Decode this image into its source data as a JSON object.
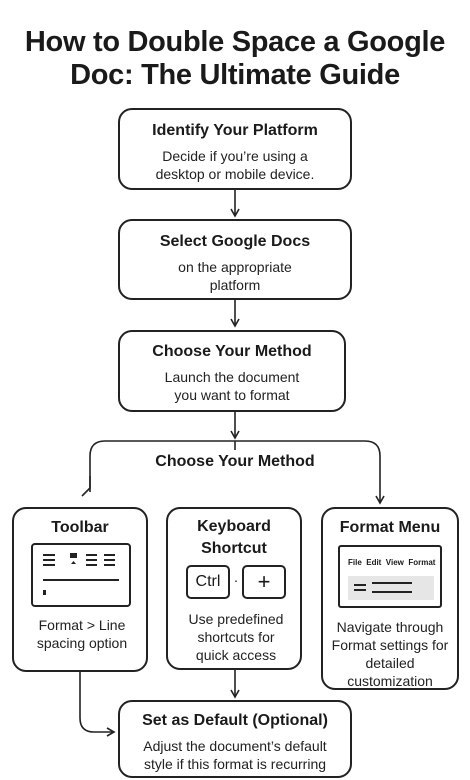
{
  "title": "How to Double Space a Google Doc: The Ultimate Guide",
  "steps": [
    {
      "heading": "Identify Your Platform",
      "desc": "Decide if you’re using a desktop or mobile device."
    },
    {
      "heading": "Select Google Docs",
      "desc": "on the appropriate platform"
    },
    {
      "heading": "Choose Your Method",
      "desc": "Launch the document you want to format"
    }
  ],
  "branch_label": "Choose Your Method",
  "options": [
    {
      "heading": "Toolbar",
      "desc": "Format > Line spacing option"
    },
    {
      "heading": "Keyboard Shortcut",
      "desc": "Use predefined shortcuts for quick access",
      "keys": [
        "Ctrl",
        "+"
      ],
      "key_sep": "·"
    },
    {
      "heading": "Format Menu",
      "desc": "Navigate through Format settings for detailed customization",
      "menu": [
        "File",
        "Edit",
        "View",
        "Format"
      ]
    }
  ],
  "final": {
    "heading": "Set as Default (Optional)",
    "desc": "Adjust the document’s default style if this format is recurring"
  }
}
